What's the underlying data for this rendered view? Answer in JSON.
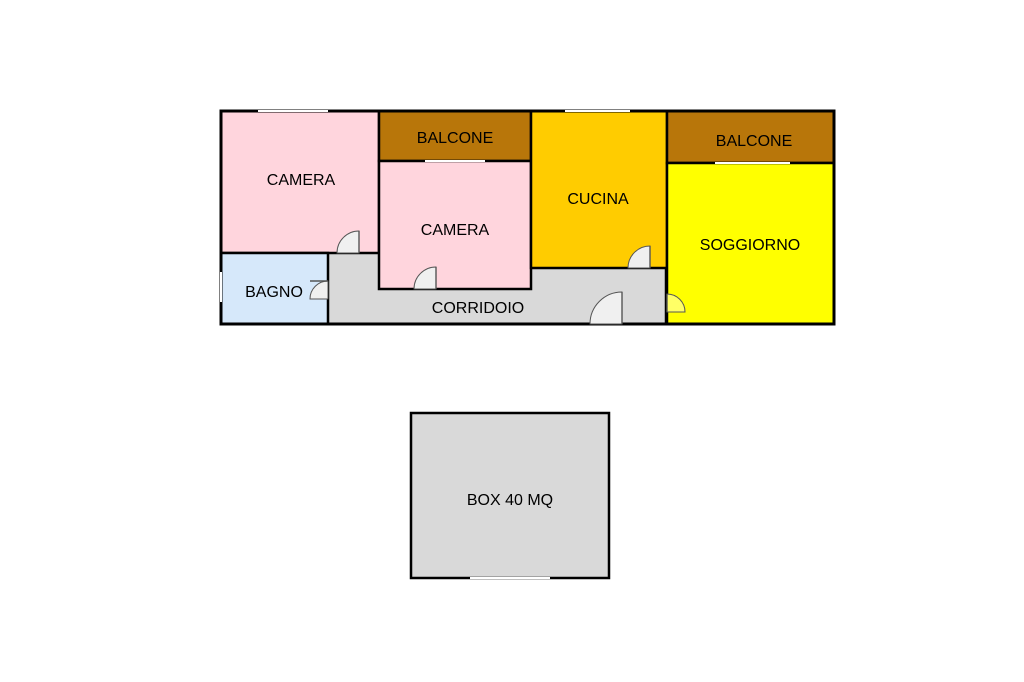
{
  "plan": {
    "rooms": {
      "camera_left": {
        "label": "CAMERA",
        "color": "#ffd5dd"
      },
      "bagno": {
        "label": "BAGNO",
        "color": "#d6e8fa"
      },
      "balcone_left": {
        "label": "BALCONE",
        "color": "#b8760a"
      },
      "camera_middle": {
        "label": "CAMERA",
        "color": "#ffd5dd"
      },
      "cucina": {
        "label": "CUCINA",
        "color": "#ffcc00"
      },
      "balcone_right": {
        "label": "BALCONE",
        "color": "#b8760a"
      },
      "soggiorno": {
        "label": "SOGGIORNO",
        "color": "#ffff00"
      },
      "corridoio": {
        "label": "CORRIDOIO",
        "color": "#d9d9d9"
      }
    },
    "box": {
      "label": "BOX 40 MQ",
      "color": "#d9d9d9"
    }
  }
}
